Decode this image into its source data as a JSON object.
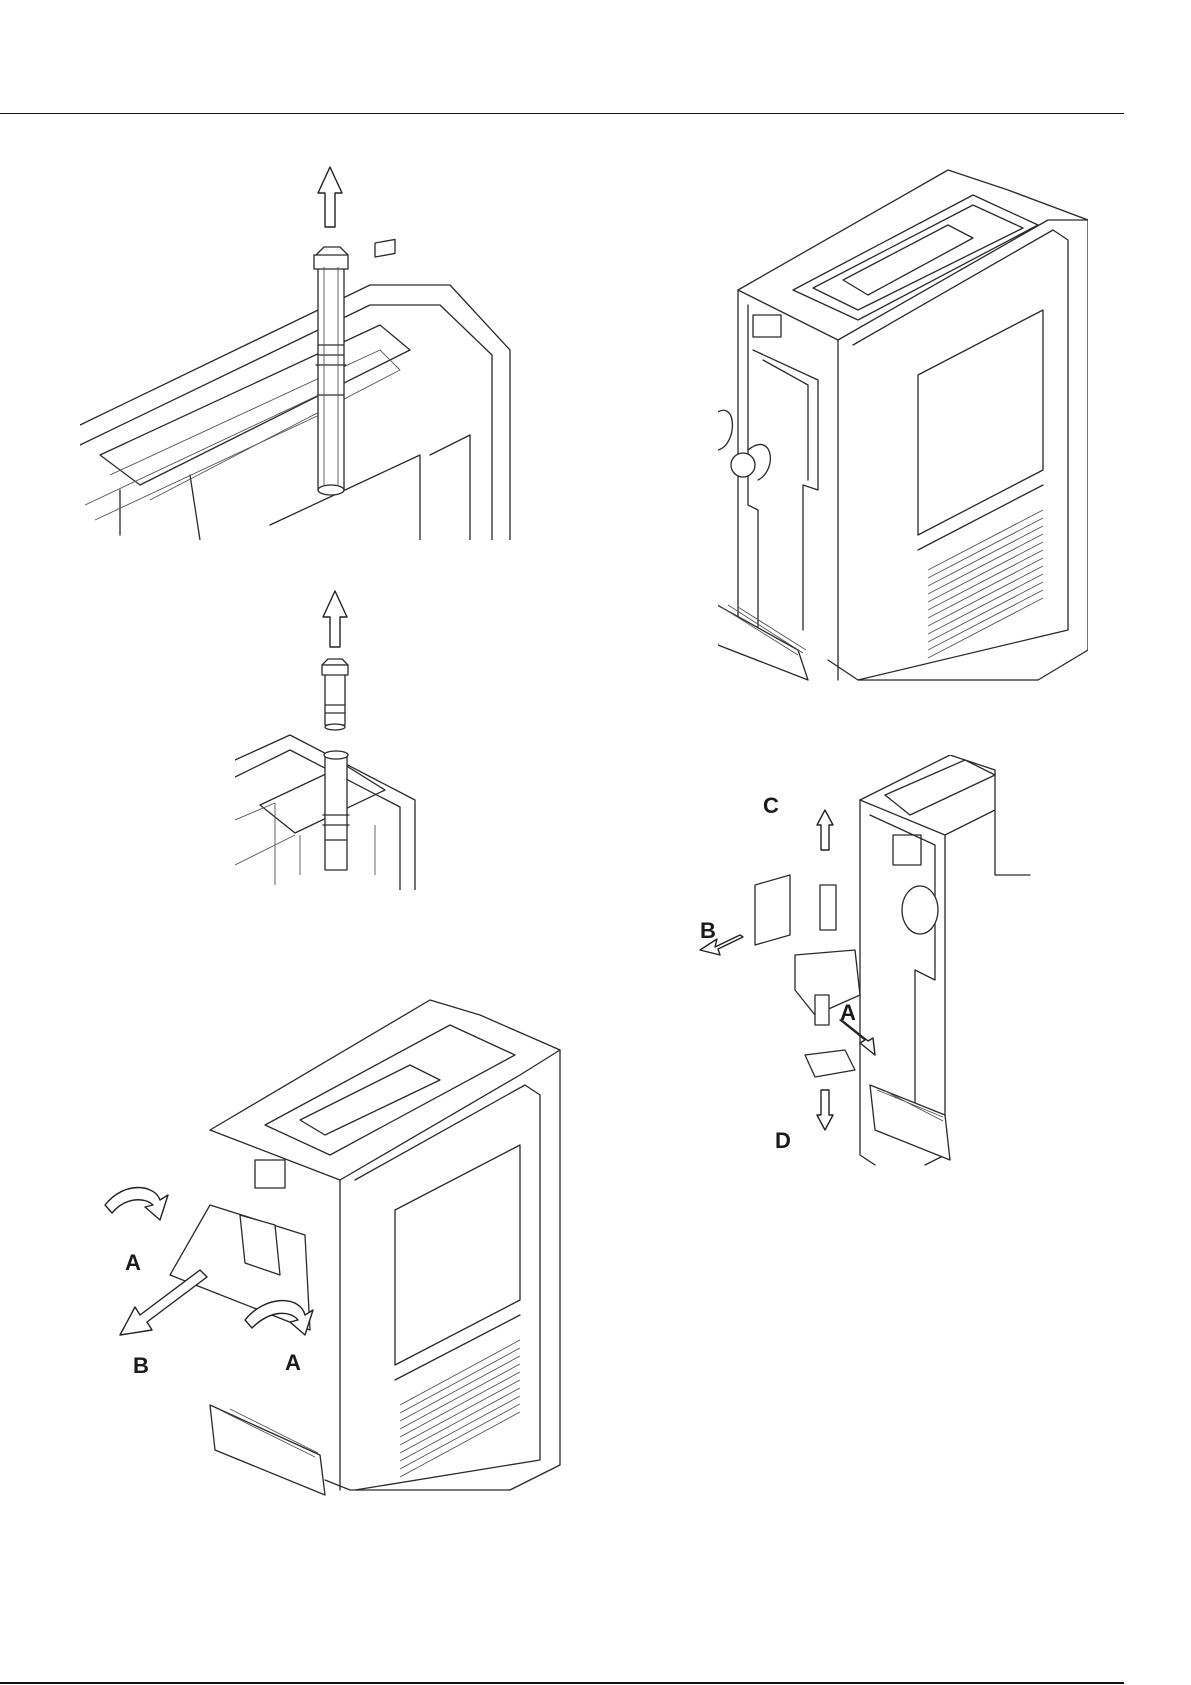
{
  "figures": [
    {
      "id": "fig-1",
      "labels": []
    },
    {
      "id": "fig-2",
      "labels": []
    },
    {
      "id": "fig-3",
      "labels": []
    },
    {
      "id": "fig-4",
      "labels": [
        "A",
        "A",
        "B"
      ]
    },
    {
      "id": "fig-5",
      "labels": [
        "A",
        "B",
        "C",
        "D"
      ]
    }
  ],
  "labels": {
    "fig4_a_left": "A",
    "fig4_a_right": "A",
    "fig4_b": "B",
    "fig5_a": "A",
    "fig5_b": "B",
    "fig5_c": "C",
    "fig5_d": "D"
  }
}
